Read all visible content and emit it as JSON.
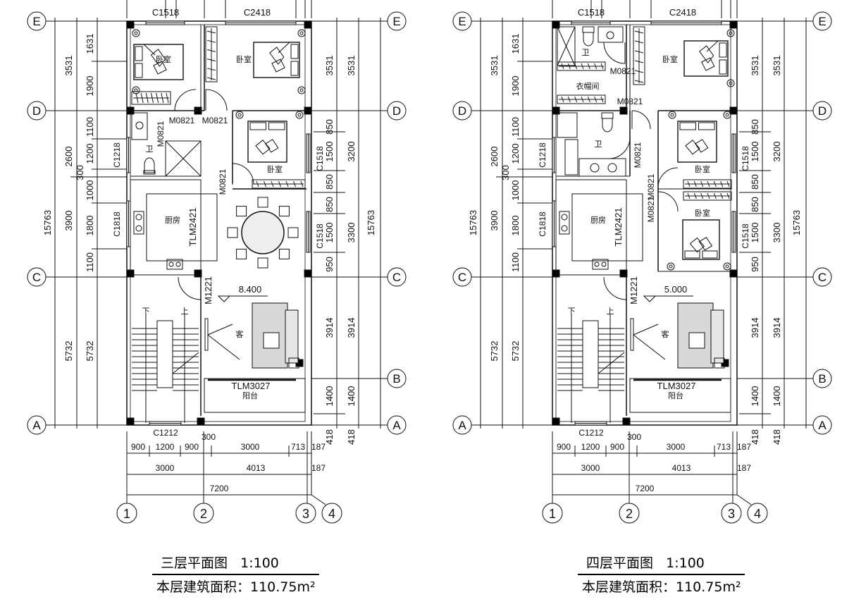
{
  "axes": {
    "rows": [
      "E",
      "D",
      "C",
      "B",
      "A"
    ],
    "cols": [
      "1",
      "2",
      "3",
      "4"
    ]
  },
  "dims": {
    "left_total": "15763",
    "left_mid": [
      "3531",
      "2600",
      "3900",
      "5732"
    ],
    "left_inner": [
      "1631",
      "1900",
      "1100",
      "1200",
      "300",
      "1000",
      "1800",
      "1100",
      "5732"
    ],
    "right_inner": [
      "850",
      "1500",
      "850",
      "850",
      "1500",
      "950",
      "3914",
      "1400",
      "418"
    ],
    "right_mid": [
      "3531",
      "3200",
      "3300",
      "3914",
      "1400",
      "418"
    ],
    "right_top": "3531",
    "right_total": "15763",
    "bottom_row1": [
      "900",
      "1200",
      "900",
      "300",
      "3000",
      "713",
      "187"
    ],
    "bottom_row2": [
      "3000",
      "4013",
      "187"
    ],
    "bottom_total": "7200"
  },
  "plans": [
    {
      "title": "三层平面图",
      "scale": "1:100",
      "area": "本层建筑面积：110.75m²",
      "elevation": "8.400",
      "labels": {
        "win_top1": "C1518",
        "win_top2": "C2418",
        "bed1": "卧室",
        "bed2": "卧室",
        "bed3": "卧室",
        "door1": "M0821",
        "door2": "M0821",
        "door3": "M0821",
        "door4": "M0821",
        "bath": "卫",
        "win_bath": "C1218",
        "win_kitchen": "C1818",
        "kitchen": "厨房",
        "kitchen_door": "TLM2421",
        "entry_door": "M1221",
        "living": "客",
        "balcony_door": "TLM3027",
        "balcony": "阳台",
        "win_r1": "C1518",
        "win_r2": "C1518",
        "stair_down": "下",
        "stair_up": "上",
        "win_stair": "C1212"
      }
    },
    {
      "title": "四层平面图",
      "scale": "1:100",
      "area": "本层建筑面积：110.75m²",
      "elevation": "5.000",
      "labels": {
        "win_top1": "C1518",
        "win_top2": "C2418",
        "bath_top": "卫",
        "closet": "衣帽间",
        "door1": "M0821",
        "door2": "M0821",
        "door3": "M0821",
        "door4": "M0821",
        "door5": "M0821",
        "bed1": "卧室",
        "bed2": "卧室",
        "bed3": "卧室",
        "bath": "卫",
        "win_bath": "C1218",
        "win_kitchen": "C1818",
        "kitchen": "厨房",
        "kitchen_door": "TLM2421",
        "entry_door": "M1221",
        "living": "客",
        "balcony_door": "TLM3027",
        "balcony": "阳台",
        "win_r1": "C1518",
        "win_r2": "C1518",
        "stair_down": "下",
        "stair_up": "上",
        "win_stair": "C1212"
      }
    }
  ]
}
